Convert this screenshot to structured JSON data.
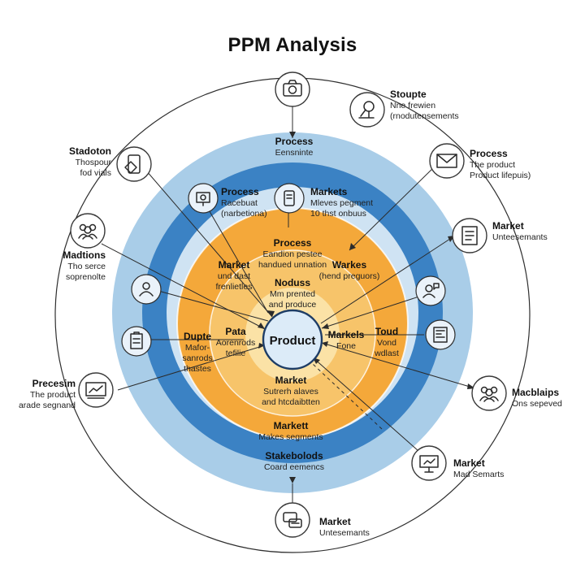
{
  "title": "PPM Analysis",
  "colors": {
    "outer_ring": "#a9cde8",
    "mid_ring": "#3b82c4",
    "light_ring": "#cfe3f3",
    "orange_ring": "#f4a83a",
    "inner_orange": "#f7c46a",
    "core_ring": "#fbe2a6",
    "center": "#dcebf8"
  },
  "center": {
    "label": "Product"
  },
  "ring_labels": [
    {
      "id": "outer-top",
      "title": "Process",
      "sub": "Eensninte"
    },
    {
      "id": "outer-bottom",
      "title": "Stakebolods",
      "sub": "Coard eemencs"
    },
    {
      "id": "mid-left",
      "title": "Process",
      "sub": "Racebuat",
      "sub2": "(narbetiona)"
    },
    {
      "id": "mid-right",
      "title": "Markets",
      "sub": "Mleves pegment",
      "sub2": "10 thst onbuus"
    },
    {
      "id": "orange-top",
      "title": "Process",
      "sub": "Eandion pestee",
      "sub2": "handued unnation"
    },
    {
      "id": "orange-left",
      "title": "Market",
      "sub": "und dast",
      "sub2": "frenlietles"
    },
    {
      "id": "orange-right",
      "title": "Warkes",
      "sub": "(hend preguors)"
    },
    {
      "id": "inner-top",
      "title": "Noduss",
      "sub": "Mm prented",
      "sub2": "and produce"
    },
    {
      "id": "inner-left",
      "title": "Pata",
      "sub": "Aorenrods",
      "sub2": "tefilie"
    },
    {
      "id": "orange-farleft",
      "title": "Dupte",
      "sub": "Mafor-",
      "sub2": "sanrods",
      "sub3": "thastes"
    },
    {
      "id": "inner-right",
      "title": "Markels",
      "sub": "Fone"
    },
    {
      "id": "orange-farright",
      "title": "Toud",
      "sub": "Vond",
      "sub2": "wdlast"
    },
    {
      "id": "inner-bottom",
      "title": "Market",
      "sub": "Sutrerh alaves",
      "sub2": "and htcdaibtten"
    },
    {
      "id": "orange-bottom",
      "title": "Markett",
      "sub": "Makes segments"
    }
  ],
  "outer_nodes": [
    {
      "id": "node-top",
      "icon": "camera-icon",
      "title": "",
      "sub": ""
    },
    {
      "id": "node-topright",
      "icon": "microscope-icon",
      "title": "Stoupte",
      "sub": "Nne frewien",
      "sub2": "(rnodutensements"
    },
    {
      "id": "node-right1",
      "icon": "envelope-icon",
      "title": "Process",
      "sub": "The product",
      "sub2": "Product lifepuis)"
    },
    {
      "id": "node-right2",
      "icon": "document-icon",
      "title": "Market",
      "sub": "Unteesemants"
    },
    {
      "id": "node-right3",
      "icon": "team-icon",
      "title": "Macblaips",
      "sub": "Ons sepeved"
    },
    {
      "id": "node-bottomright",
      "icon": "presentation-icon",
      "title": "Market",
      "sub": "Mad Semarts"
    },
    {
      "id": "node-bottom",
      "icon": "chat-icon",
      "title": "Market",
      "sub": "Untesemants"
    },
    {
      "id": "node-left3",
      "icon": "chart-icon",
      "title": "Precesim",
      "sub": "The product",
      "sub2": "arade segnand"
    },
    {
      "id": "node-left2",
      "icon": "team-icon",
      "title": "Madtions",
      "sub": "Tho serce",
      "sub2": "soprenolte"
    },
    {
      "id": "node-left1",
      "icon": "tablet-icon",
      "title": "Stadoton",
      "sub": "Thospour",
      "sub2": "fod vials"
    }
  ],
  "inner_nodes": [
    {
      "id": "inner-node-1",
      "icon": "gear-screen-icon"
    },
    {
      "id": "inner-node-2",
      "icon": "phone-icon"
    },
    {
      "id": "inner-node-3",
      "icon": "person-icon"
    },
    {
      "id": "inner-node-4",
      "icon": "clipboard-icon"
    },
    {
      "id": "inner-node-5",
      "icon": "user-chat-icon"
    },
    {
      "id": "inner-node-6",
      "icon": "dashboard-icon"
    }
  ]
}
